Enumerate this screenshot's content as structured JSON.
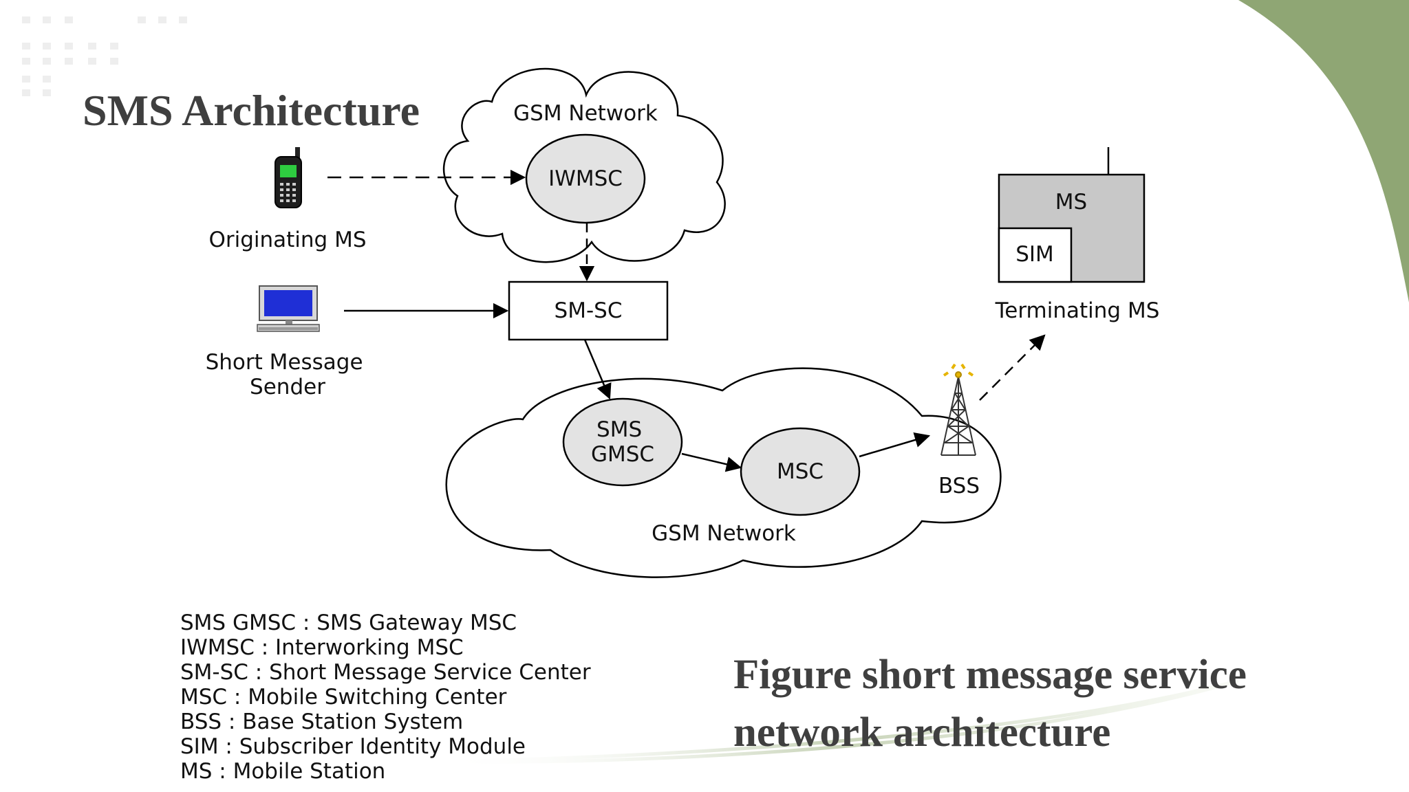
{
  "slide": {
    "title": "SMS Architecture",
    "caption_lines": [
      "Figure short message service",
      "network architecture"
    ]
  },
  "diagram": {
    "top_cloud_label": "GSM Network",
    "bottom_cloud_label": "GSM Network",
    "iwmsc": "IWMSC",
    "smsc": "SM-SC",
    "sms_gmsc_lines": [
      "SMS",
      "GMSC"
    ],
    "msc": "MSC",
    "bss": "BSS",
    "ms_box": "MS",
    "sim_box": "SIM",
    "terminating_ms": "Terminating MS",
    "originating_ms": "Originating MS",
    "sender_lines": [
      "Short Message",
      "Sender"
    ]
  },
  "legend": [
    "SMS GMSC : SMS Gateway MSC",
    "IWMSC : Interworking MSC",
    "SM-SC : Short Message Service Center",
    "MSC : Mobile Switching Center",
    "BSS : Base Station System",
    "SIM : Subscriber Identity Module",
    "MS : Mobile Station"
  ],
  "colors": {
    "accent_green": "#8fa674",
    "node_fill": "#e3e3e3",
    "ms_fill": "#c8c8c8",
    "title_text": "#3f3f3f"
  },
  "icons": [
    "mobile-phone-icon",
    "desktop-computer-icon",
    "radio-tower-icon"
  ]
}
